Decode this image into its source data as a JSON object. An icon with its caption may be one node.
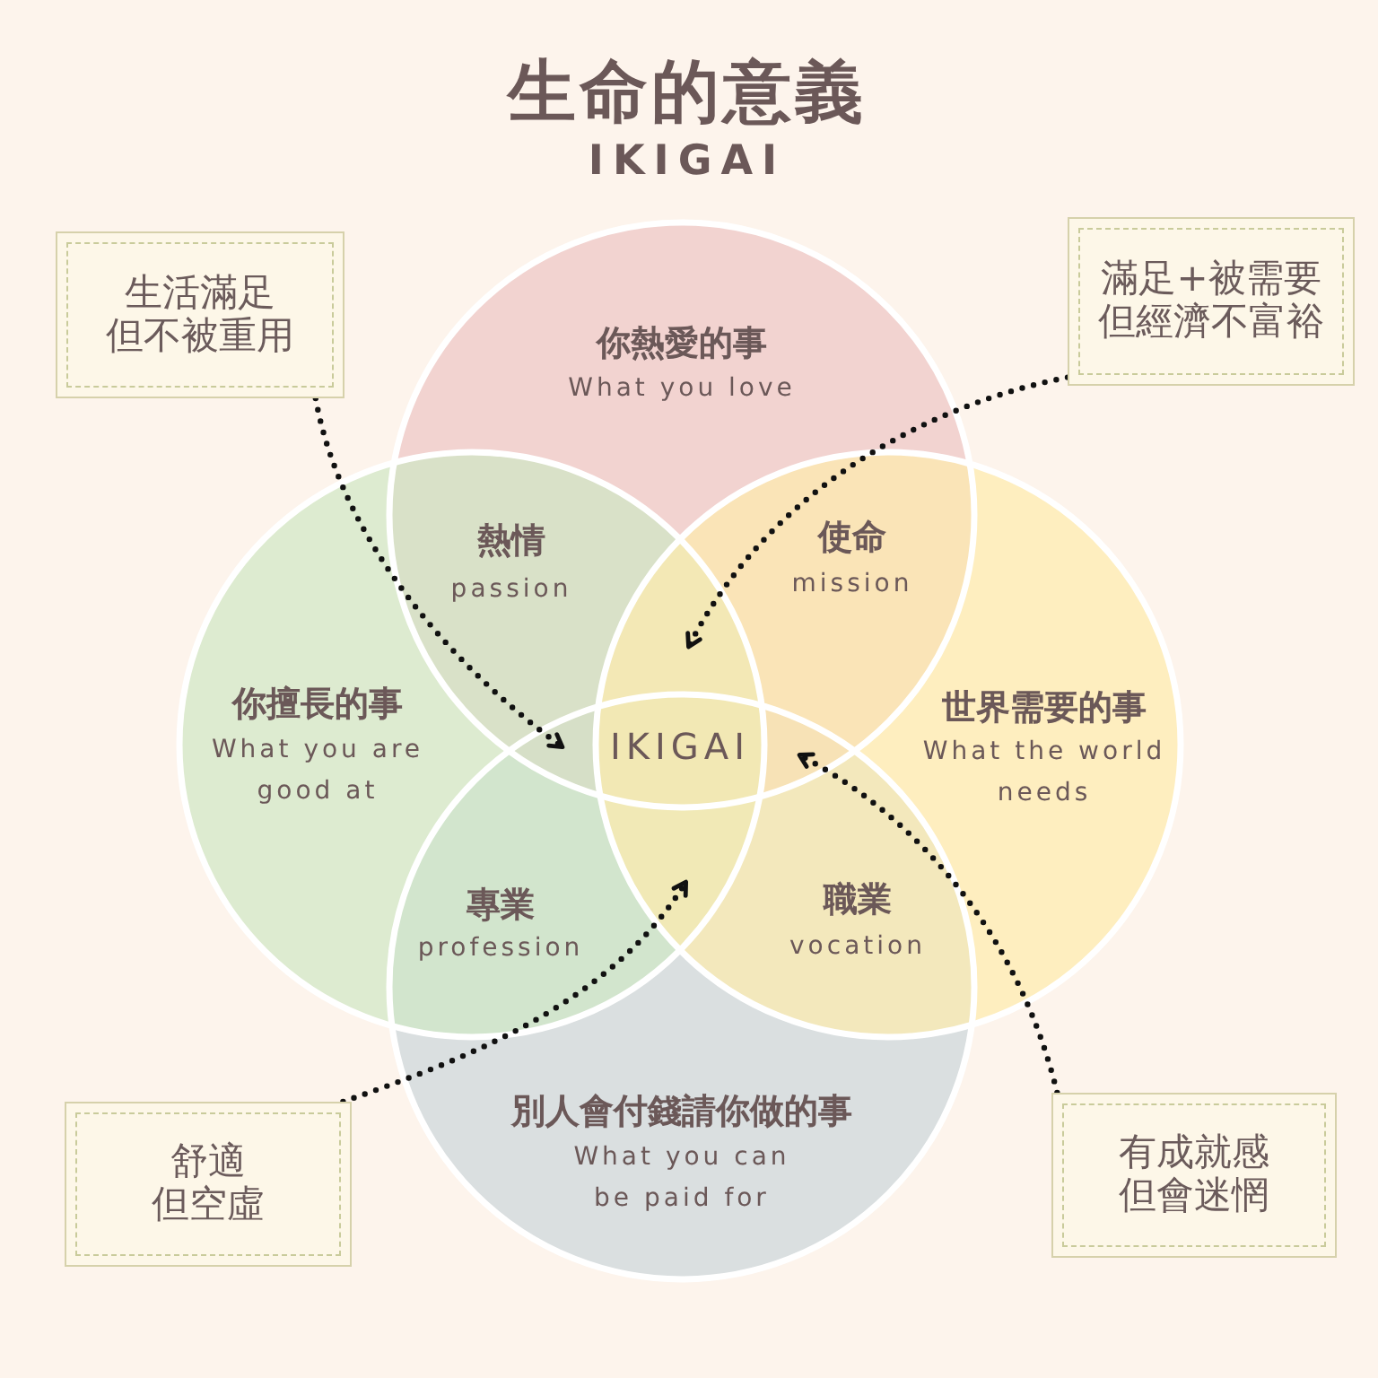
{
  "diagram": {
    "title": "生命的意義",
    "nodes": [
      {
        "text": [
          "生活滿足但不被重用"
        ]
      },
      {
        "text": [
          "你熱愛的事",
          "What you love"
        ]
      },
      {
        "text": [
          "滿足+被需要但經濟不富裕"
        ]
      },
      {
        "text": [
          "你擅長的事",
          "What you are good at"
        ]
      },
      {
        "text": [
          "世界需要的事",
          "What the world needs"
        ]
      },
      {
        "text": [
          "別人會付錢請你做的事",
          "What you can be paid for"
        ]
      },
      {
        "text": [
          "舒適但空虛"
        ]
      },
      {
        "text": [
          "有成就感但會迷惘"
        ]
      }
    ],
    "edges": [
      {
        "from": 0,
        "to": 1,
        "arrow": "to"
      },
      {
        "from": 0,
        "to": 3,
        "arrow": "to"
      },
      {
        "from": 0,
        "to": 5,
        "arrow": "to"
      },
      {
        "from": 2,
        "to": 1,
        "arrow": "to"
      },
      {
        "from": 2,
        "to": 3,
        "arrow": "to"
      },
      {
        "from": 2,
        "to": 4,
        "arrow": "to"
      },
      {
        "from": 6,
        "to": 3,
        "arrow": "to"
      },
      {
        "from": 6,
        "to": 4,
        "arrow": "to"
      },
      {
        "from": 6,
        "to": 5,
        "arrow": "to"
      },
      {
        "from": 7,
        "to": 1,
        "arrow": "to"
      },
      {
        "from": 7,
        "to": 4,
        "arrow": "to"
      },
      {
        "from": 7,
        "to": 5,
        "arrow": "to"
      }
    ],
    "labels": [
      "IKIGAI",
      "熱情",
      "passion",
      "使命",
      "mission",
      "IKIGAI",
      "專業",
      "profession",
      "職業",
      "vocation"
    ]
  }
}
